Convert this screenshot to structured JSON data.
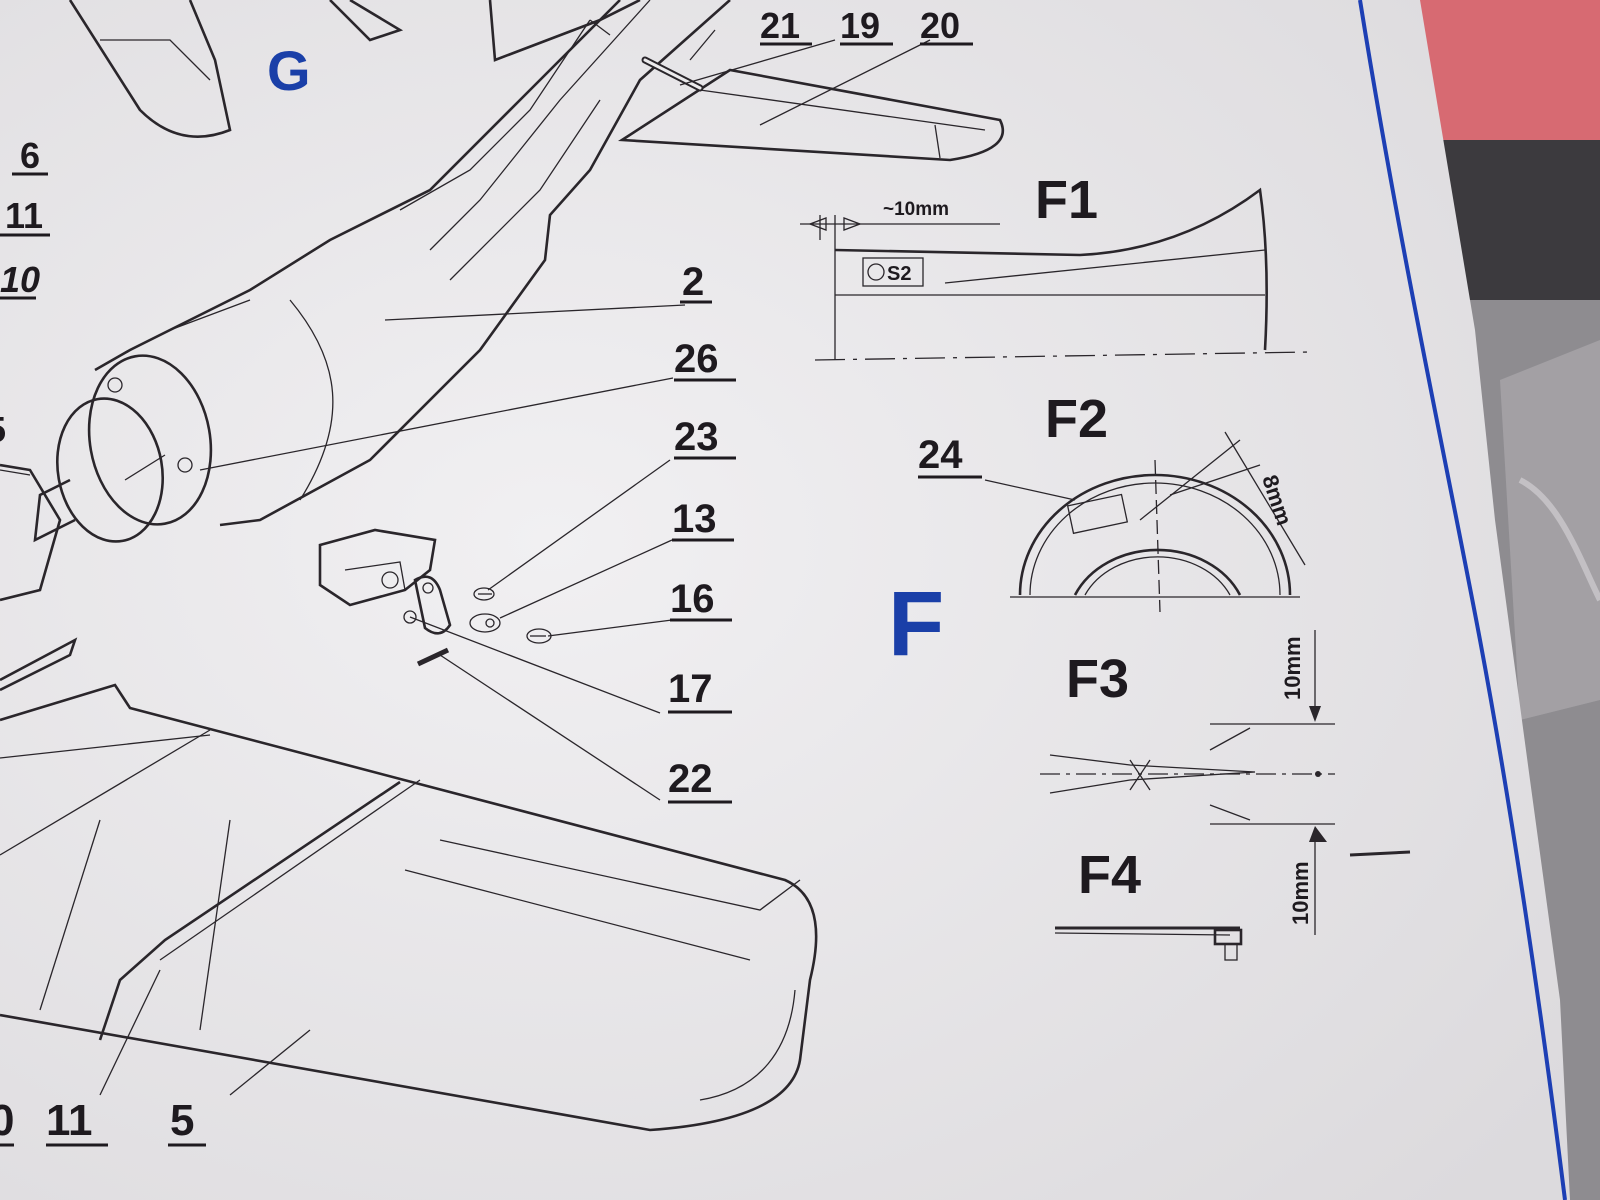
{
  "sections": {
    "g": "G",
    "f": "F",
    "colors": {
      "section_letter": "#1a3fa8",
      "border_line": "#1d3fb4",
      "ink": "#1e1a1f",
      "paper": "#e9e8ea"
    }
  },
  "callouts": {
    "c21": "21",
    "c19": "19",
    "c20": "20",
    "c6": "6",
    "c11a": "11",
    "c10a": "10",
    "c2": "2",
    "c26": "26",
    "c23": "23",
    "c13": "13",
    "c16": "16",
    "c17": "17",
    "c22": "22",
    "c24": "24",
    "b10": "0",
    "b11": "11",
    "b5": "5",
    "edge5": "5"
  },
  "details": {
    "f1": {
      "title": "F1",
      "dim": "~10mm",
      "servo": "S2"
    },
    "f2": {
      "title": "F2",
      "dim": "8mm"
    },
    "f3": {
      "title": "F3",
      "dim": "10mm"
    },
    "f4": {
      "title": "F4",
      "dim": "10mm"
    }
  }
}
